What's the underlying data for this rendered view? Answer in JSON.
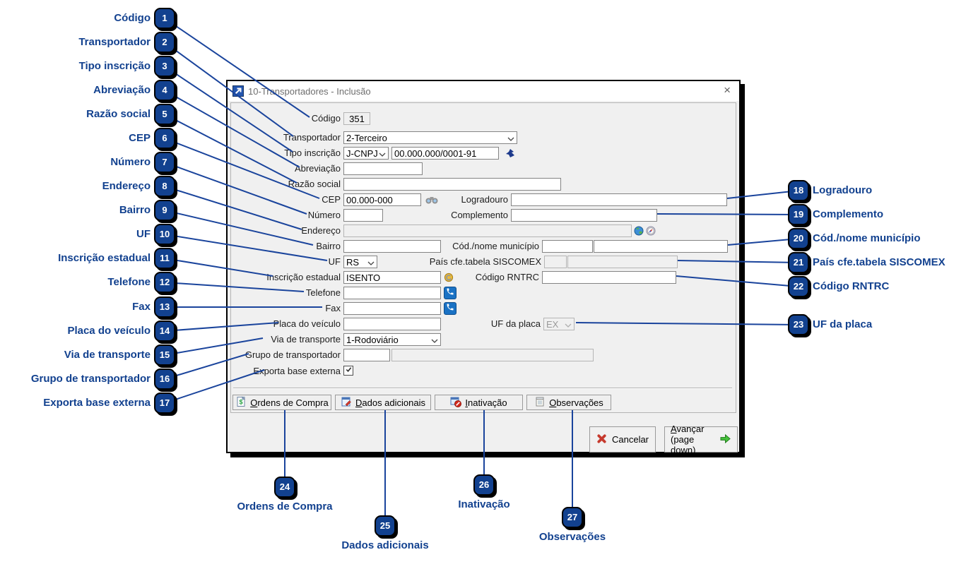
{
  "window": {
    "title": "10-Transportadores - Inclusão",
    "close_label": "×"
  },
  "form": {
    "codigo": {
      "label": "Código",
      "value": "351"
    },
    "transportador": {
      "label": "Transportador",
      "value": "2-Terceiro"
    },
    "tipo_inscricao": {
      "label": "Tipo inscrição",
      "tipo": "J-CNPJ",
      "numero": "00.000.000/0001-91"
    },
    "abreviacao": {
      "label": "Abreviação",
      "value": ""
    },
    "razao_social": {
      "label": "Razão social",
      "value": ""
    },
    "cep": {
      "label": "CEP",
      "value": "00.000-000"
    },
    "logradouro": {
      "label": "Logradouro",
      "value": ""
    },
    "numero": {
      "label": "Número",
      "value": ""
    },
    "complemento": {
      "label": "Complemento",
      "value": ""
    },
    "endereco": {
      "label": "Endereço",
      "value": ""
    },
    "bairro": {
      "label": "Bairro",
      "value": ""
    },
    "municipio": {
      "label": "Cód./nome município",
      "codigo": "",
      "nome": ""
    },
    "uf": {
      "label": "UF",
      "value": "RS"
    },
    "pais_siscomex": {
      "label": "País cfe.tabela SISCOMEX",
      "codigo": "",
      "nome": ""
    },
    "inscricao_estadual": {
      "label": "Inscrição estadual",
      "value": "ISENTO"
    },
    "codigo_rntrc": {
      "label": "Código RNTRC",
      "value": ""
    },
    "telefone": {
      "label": "Telefone",
      "value": ""
    },
    "fax": {
      "label": "Fax",
      "value": ""
    },
    "placa_veiculo": {
      "label": "Placa do veículo",
      "value": ""
    },
    "uf_placa": {
      "label": "UF da placa",
      "value": "EX"
    },
    "via_transporte": {
      "label": "Via de transporte",
      "value": "1-Rodoviário"
    },
    "grupo_transportador": {
      "label": "Grupo de transportador",
      "codigo": "",
      "nome": ""
    },
    "exporta_base_externa": {
      "label": "Exporta base externa",
      "checked": true
    }
  },
  "action_buttons": [
    {
      "label": "Ordens de Compra"
    },
    {
      "label": "Dados adicionais"
    },
    {
      "label": "Inativação"
    },
    {
      "label": "Observações"
    }
  ],
  "footer_buttons": {
    "cancelar": "Cancelar",
    "avancar_line1": "Avançar",
    "avancar_line2": "(page down)"
  },
  "callouts": [
    {
      "n": 1,
      "label": "Código"
    },
    {
      "n": 2,
      "label": "Transportador"
    },
    {
      "n": 3,
      "label": "Tipo inscrição"
    },
    {
      "n": 4,
      "label": "Abreviação"
    },
    {
      "n": 5,
      "label": "Razão social"
    },
    {
      "n": 6,
      "label": "CEP"
    },
    {
      "n": 7,
      "label": "Número"
    },
    {
      "n": 8,
      "label": "Endereço"
    },
    {
      "n": 9,
      "label": "Bairro"
    },
    {
      "n": 10,
      "label": "UF"
    },
    {
      "n": 11,
      "label": "Inscrição estadual"
    },
    {
      "n": 12,
      "label": "Telefone"
    },
    {
      "n": 13,
      "label": "Fax"
    },
    {
      "n": 14,
      "label": "Placa do veículo"
    },
    {
      "n": 15,
      "label": "Via de transporte"
    },
    {
      "n": 16,
      "label": "Grupo de transportador"
    },
    {
      "n": 17,
      "label": "Exporta base externa"
    },
    {
      "n": 18,
      "label": "Logradouro"
    },
    {
      "n": 19,
      "label": "Complemento"
    },
    {
      "n": 20,
      "label": "Cód./nome município"
    },
    {
      "n": 21,
      "label": "País cfe.tabela SISCOMEX"
    },
    {
      "n": 22,
      "label": "Código RNTRC"
    },
    {
      "n": 23,
      "label": "UF da placa"
    },
    {
      "n": 24,
      "label": "Ordens de Compra"
    },
    {
      "n": 25,
      "label": "Dados adicionais"
    },
    {
      "n": 26,
      "label": "Inativação"
    },
    {
      "n": 27,
      "label": "Observações"
    }
  ],
  "colors": {
    "annotation_blue": "#12418f",
    "line_blue": "#1a449c"
  }
}
